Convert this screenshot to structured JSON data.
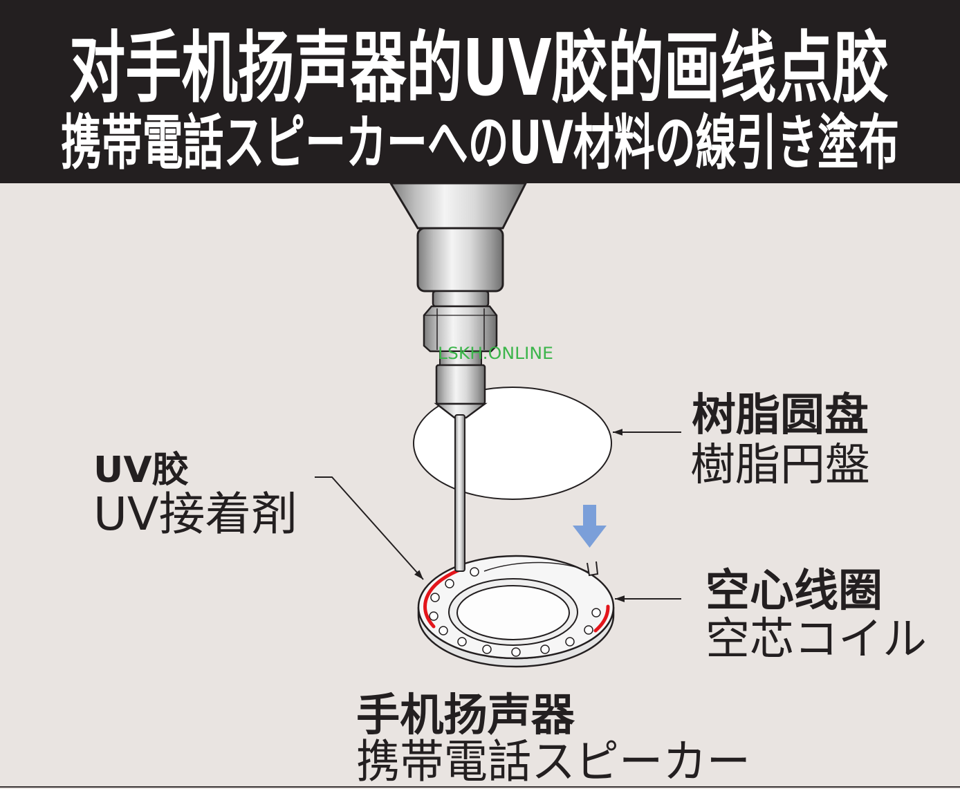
{
  "header": {
    "title": "对手机扬声器的UV胶的画线点胶",
    "subtitle": "携帯電話スピーカーへのUV材料の線引き塗布"
  },
  "watermark": "LSKH.ONLINE",
  "labels": {
    "uv_glue": {
      "zh": "UV胶",
      "ja": "UV接着剤"
    },
    "resin_disc": {
      "zh": "树脂圆盘",
      "ja": "樹脂円盤"
    },
    "air_core_coil": {
      "zh": "空心线圈",
      "ja": "空芯コイル"
    },
    "phone_speaker": {
      "zh": "手机扬声器",
      "ja": "携帯電話スピーカー"
    }
  },
  "colors": {
    "header_background": "#231f20",
    "page_background": "#e9e4e1",
    "header_text": "#ffffff",
    "label_text": "#231f20",
    "uv_glue_line": "#e3151b",
    "down_arrow": "#7b9fd9",
    "watermark": "#3cb54b"
  }
}
